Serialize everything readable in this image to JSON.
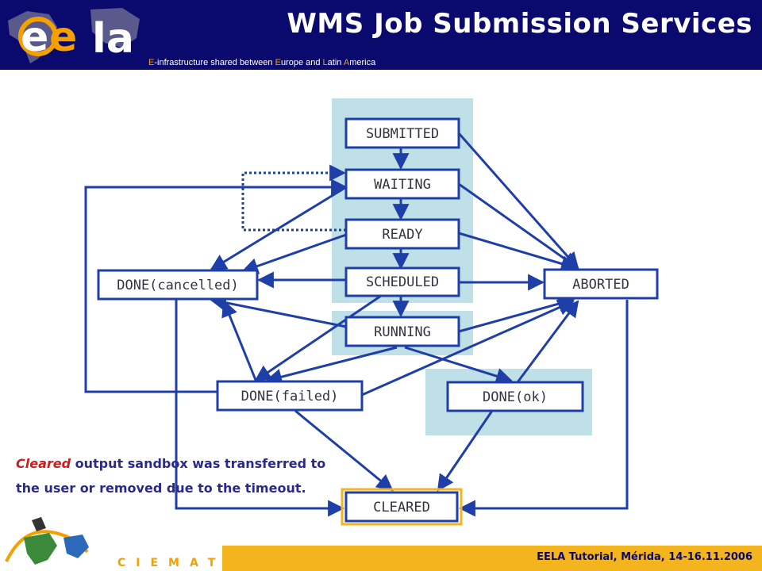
{
  "header": {
    "title": "WMS Job Submission Services",
    "subtitle": {
      "parts": [
        {
          "text": "E",
          "accent": true
        },
        {
          "text": "-infrastructure shared between ",
          "accent": false
        },
        {
          "text": "E",
          "accent": true
        },
        {
          "text": "urope and ",
          "accent": false
        },
        {
          "text": "L",
          "accent": true
        },
        {
          "text": "atin ",
          "accent": false
        },
        {
          "text": "A",
          "accent": true
        },
        {
          "text": "merica",
          "accent": false
        }
      ]
    },
    "logo_text": "ee la"
  },
  "diagram": {
    "states": {
      "submitted": "SUBMITTED",
      "waiting": "WAITING",
      "ready": "READY",
      "scheduled": "SCHEDULED",
      "running": "RUNNING",
      "done_cancelled": "DONE(cancelled)",
      "aborted": "ABORTED",
      "done_failed": "DONE(failed)",
      "done_ok": "DONE(ok)",
      "cleared": "CLEARED"
    }
  },
  "caption": {
    "emphasis": "Cleared",
    "line1_rest": " output sandbox was transferred to",
    "line2": "the user or removed due to the timeout."
  },
  "footer": {
    "text": "EELA Tutorial, Mérida, 14-16.11.2006",
    "logo_text": "CIEMAT"
  },
  "colors": {
    "header_bg": "#0a0a6e",
    "accent": "#f5a000",
    "state_border": "#1f3fa8",
    "arrow": "#1f3fa8",
    "panel": "#bfe0e6",
    "cleared_highlight": "#f4b41e",
    "footer_bar": "#f4b41e"
  }
}
